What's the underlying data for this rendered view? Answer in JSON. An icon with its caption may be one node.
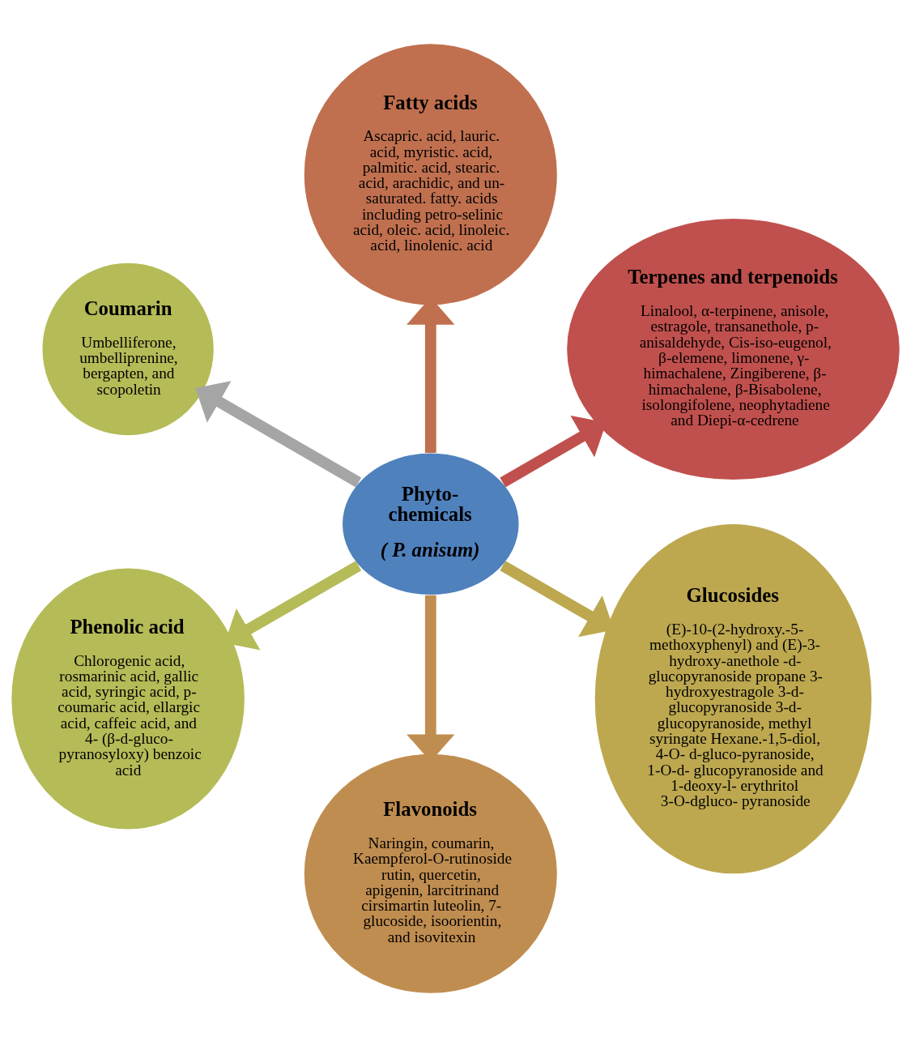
{
  "diagram": {
    "nodes": [
      {
        "text": [
          "Terpenes and terpenoids",
          "Linalool, α-terpinene, anisole, estragole, transanethole, p- anisaldehyde, Cis-iso-eugenol, β-elemene, limonene, γ- himachalene, Zingiberene, β- himachalene, β-Bisabolene, isolongifolene, neophytadiene and Diepi-α-cedrene"
        ]
      },
      {
        "text": [
          "Fatty acids",
          "Ascapric. acid, lauric. acid, myristic. acid, palmitic. acid, stearic. acid, arachidic, and un- saturated. fatty. acids including petro-selinic acid, oleic. acid, linoleic. acid, linolenic. acid"
        ]
      },
      {
        "text": [
          "Coumarin",
          "Umbelliferone, umbelliprenine, bergapten, and scopoletin"
        ]
      },
      {
        "text": [
          "Phyto- chemicals",
          "( P. anisum)"
        ]
      },
      {
        "text": [
          "Phenolic acid",
          "Chlorogenic acid, rosmarinic acid, gallic acid, syringic acid, p- coumaric acid, ellargic acid, caffeic acid, and 4- (β-d-gluco- pyranosyloxy) benzoic acid"
        ]
      },
      {
        "text": [
          "Flavonoids",
          "Naringin, coumarin, Kaempferol-O-rutinoside rutin, quercetin, apigenin, larcitrinand cirsimartin luteolin, 7- glucoside, isoorientin, and isovitexin"
        ]
      },
      {
        "text": [
          "Glucosides",
          "(E)-10-(2-hydroxy.-5- methoxyphenyl) and (E)-3- hydroxy-anethole -d- glucopyranoside propane 3- hydroxyestragole 3-d- glucopyranoside 3-d- glucopyranoside, methyl syringate Hexane.-1,5-diol, 4-O- d-gluco-pyranoside, 1-O-d- glucopyranoside and 1-deoxy-l- erythritol 3-O-dgluco- pyranoside"
        ]
      }
    ],
    "edges": [
      {
        "from": 3,
        "to": 0,
        "arrow": "to",
        "color": "#c0504d"
      },
      {
        "from": 3,
        "to": 1,
        "arrow": "to",
        "color": "#c0704f"
      },
      {
        "from": 3,
        "to": 5,
        "arrow": "to",
        "color": "#c08d50"
      },
      {
        "from": 3,
        "to": 6,
        "arrow": "to",
        "color": "#bda850"
      },
      {
        "from": 3,
        "to": 4,
        "arrow": "to",
        "color": "#b5bb57"
      },
      {
        "from": 3,
        "to": 2,
        "arrow": "to",
        "color": "#a5a5a5"
      }
    ]
  }
}
